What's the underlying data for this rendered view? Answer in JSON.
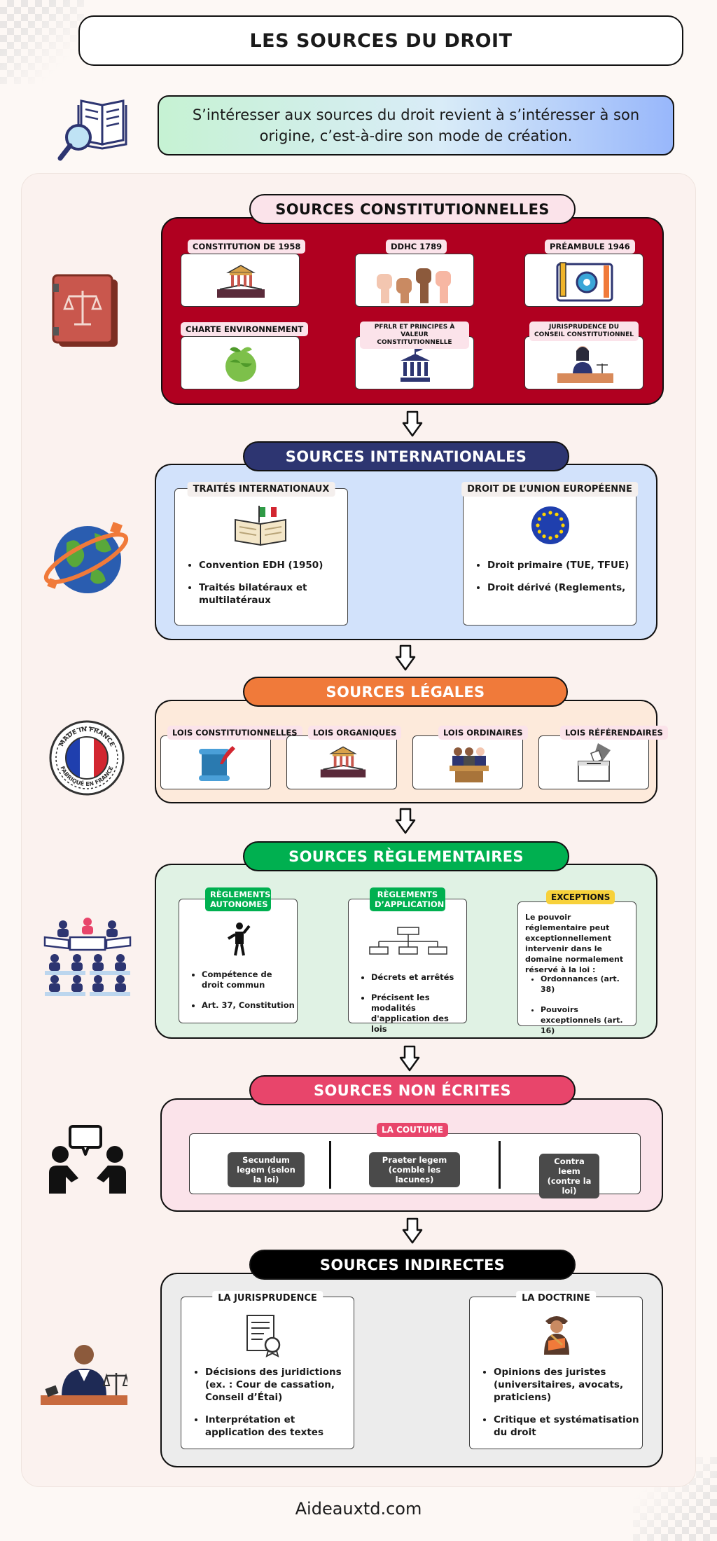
{
  "title": "LES SOURCES DU DROIT",
  "intro": "S’intéresser aux sources du droit revient à s’intéresser à son origine, c’est-à-dire son mode de création.",
  "constitutionnelles": {
    "title": "SOURCES CONSTITUTIONNELLES",
    "cards": [
      "CONSTITUTION DE 1958",
      "DDHC 1789",
      "PRÉAMBULE 1946",
      "CHARTE ENVIRONNEMENT",
      "PFRLR ET PRINCIPES À VALEUR CONSTITUTIONNELLE",
      "JURISPRUDENCE DU CONSEIL CONSTITUTIONNEL"
    ]
  },
  "internationales": {
    "title": "SOURCES INTERNATIONALES",
    "traites": {
      "label": "TRAITÉS INTERNATIONAUX",
      "items": [
        "Convention EDH (1950)",
        "Traités bilatéraux et multilatéraux"
      ]
    },
    "ue": {
      "label": "DROIT DE L’UNION EUROPÉENNE",
      "items": [
        "Droit primaire (TUE, TFUE)",
        "Droit dérivé (Reglements,"
      ]
    }
  },
  "legales": {
    "title": "SOURCES LÉGALES",
    "cards": [
      "LOIS CONSTITUTIONNELLES",
      "LOIS ORGANIQUES",
      "LOIS ORDINAIRES",
      "LOIS RÉFÉRENDAIRES"
    ],
    "stamp_text": [
      "MADE IN FRANCE",
      "FABRIQUÉ EN FRANCE"
    ]
  },
  "reglementaires": {
    "title": "SOURCES RÈGLEMENTAIRES",
    "autonomes": {
      "label": "RÈGLEMENTS AUTONOMES",
      "items": [
        "Compétence de droit commun",
        "Art. 37, Constitution"
      ]
    },
    "application": {
      "label": "RÈGLEMENTS D’APPLICATION",
      "items": [
        "Décrets et arrêtés",
        "Précisent les modalités d'application des lois"
      ]
    },
    "exceptions": {
      "label": "EXCEPTIONS",
      "text": "Le pouvoir réglementaire peut exceptionnellement intervenir dans le domaine normalement réservé à la loi :",
      "items": [
        "Ordonnances (art. 38)",
        "Pouvoirs exceptionnels (art. 16)"
      ]
    }
  },
  "non_ecrites": {
    "title": "SOURCES NON ÉCRITES",
    "coutume": "LA COUTUME",
    "items": [
      "Secundum legem (selon la loi)",
      "Praeter legem (comble les lacunes)",
      "Contra leem (contre la loi)"
    ]
  },
  "indirectes": {
    "title": "SOURCES INDIRECTES",
    "jurisprudence": {
      "label": "LA JURISPRUDENCE",
      "items": [
        "Décisions des juridictions (ex. : Cour de cassation, Conseil d’Étai)",
        "Interprétation et application des textes"
      ]
    },
    "doctrine": {
      "label": "LA DOCTRINE",
      "items": [
        "Opinions des juristes (universitaires, avocats, praticiens)",
        "Critique et systématisation du droit"
      ]
    }
  },
  "footer": "Aideauxtd.com",
  "colors": {
    "constitutionnelles": "#b00020",
    "internationales": "#2d3571",
    "legales": "#f07a3a",
    "reglementaires": "#00b050",
    "non_ecrites": "#e8456b",
    "indirectes": "#000000"
  }
}
